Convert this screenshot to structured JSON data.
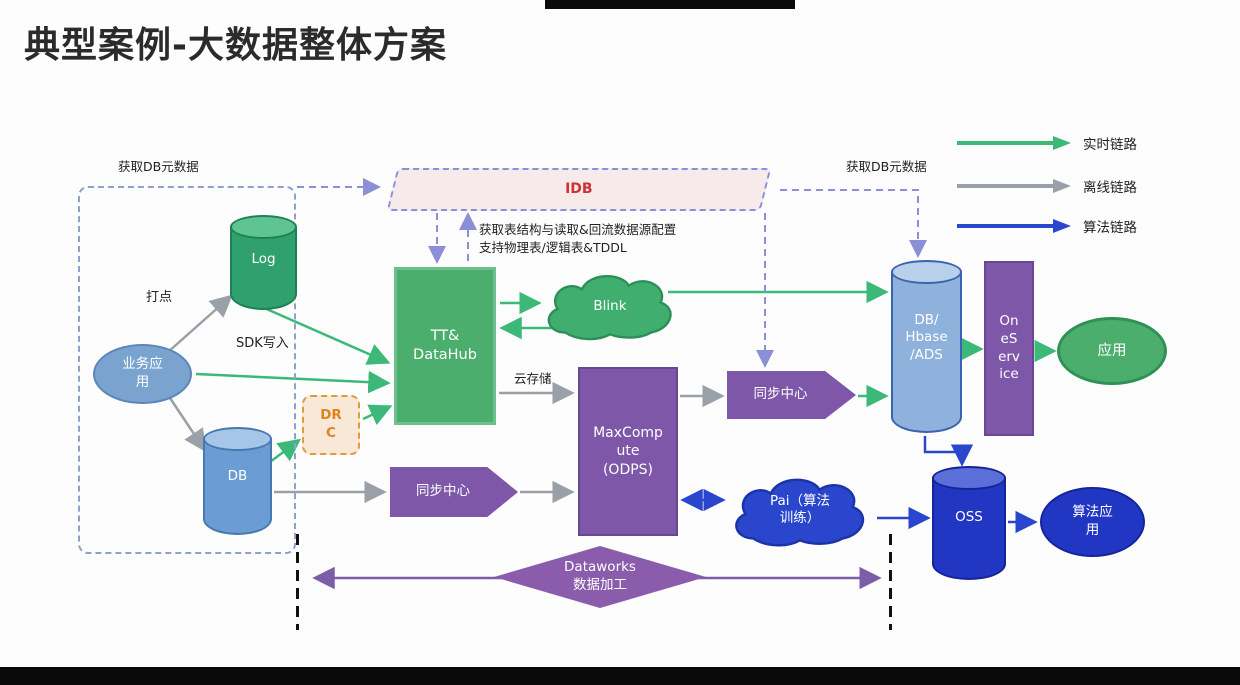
{
  "slide": {
    "title": "典型案例-大数据整体方案"
  },
  "legend": [
    {
      "label": "实时链路",
      "color": "#3cb878"
    },
    {
      "label": "离线链路",
      "color": "#9aa0a8"
    },
    {
      "label": "算法链路",
      "color": "#2a46cc"
    }
  ],
  "annotations": {
    "get_db_meta_left": "获取DB元数据",
    "get_db_meta_right": "获取DB元数据",
    "dot_tracking": "打点",
    "sdk_write": "SDK写入",
    "idb_note": "获取表结构与读取&回流数据源配置\n支持物理表/逻辑表&TDDL",
    "cloud_storage": "云存储"
  },
  "nodes": {
    "idb": "IDB",
    "business_app": "业务应\n用",
    "log": "Log",
    "db": "DB",
    "drc": "DR\nC",
    "tt_datahub": "TT&\nDataHub",
    "blink": "Blink",
    "sync_center_left": "同步中心",
    "maxcompute": "MaxComp\nute\n(ODPS)",
    "sync_center_right": "同步中心",
    "db_hbase_ads": "DB/\nHbase\n/ADS",
    "one_service": "On\neS\nerv\nice",
    "app": "应用",
    "pai": "Pai（算法\n训练）",
    "oss": "OSS",
    "algo_app": "算法应\n用",
    "dataworks": "Dataworks\n数据加工"
  }
}
